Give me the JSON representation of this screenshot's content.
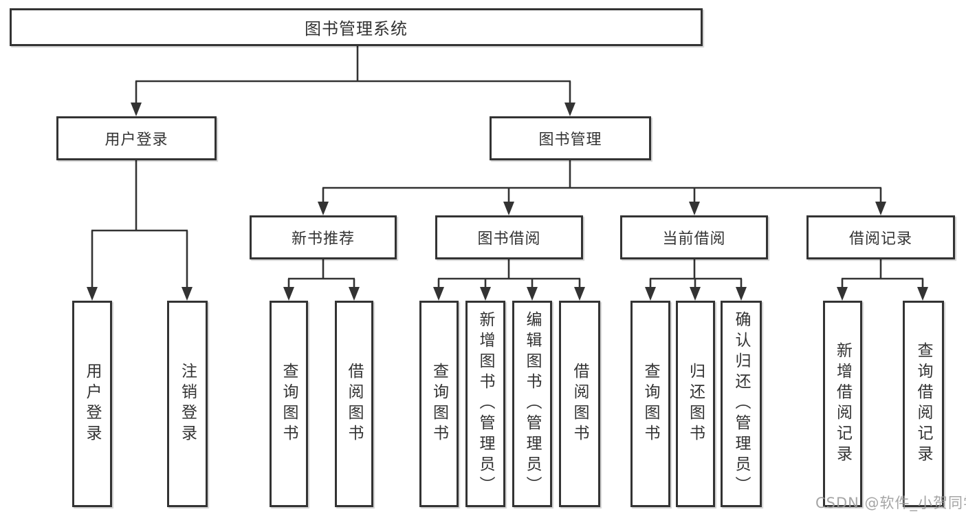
{
  "diagram": {
    "root": {
      "label": "图书管理系统"
    },
    "branches": [
      {
        "label": "用户登录",
        "leaves": [
          {
            "label": "用户登录"
          },
          {
            "label": "注销登录"
          }
        ]
      },
      {
        "label": "图书管理",
        "sections": [
          {
            "label": "新书推荐",
            "leaves": [
              {
                "label": "查询图书"
              },
              {
                "label": "借阅图书"
              }
            ]
          },
          {
            "label": "图书借阅",
            "leaves": [
              {
                "label": "查询图书"
              },
              {
                "label": "新增图书（管理员）"
              },
              {
                "label": "编辑图书（管理员）"
              },
              {
                "label": "借阅图书"
              }
            ]
          },
          {
            "label": "当前借阅",
            "leaves": [
              {
                "label": "查询图书"
              },
              {
                "label": "归还图书"
              },
              {
                "label": "确认归还（管理员）"
              }
            ]
          },
          {
            "label": "借阅记录",
            "leaves": [
              {
                "label": "新增借阅记录"
              },
              {
                "label": "查询借阅记录"
              }
            ]
          }
        ]
      }
    ]
  },
  "watermark": {
    "text": "CSDN @软件_小贺同学",
    "color": "#9c9c9c"
  },
  "colors": {
    "line": "#333333",
    "border": "#333333",
    "text": "#333333",
    "background": "#ffffff"
  }
}
